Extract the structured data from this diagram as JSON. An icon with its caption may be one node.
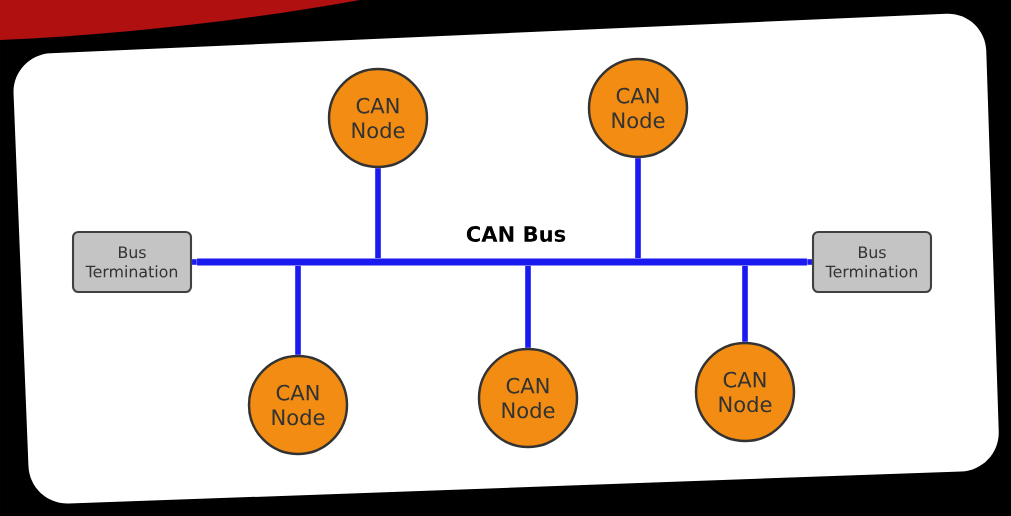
{
  "diagram": {
    "nodes": [
      {
        "text": [
          "Bus Termination"
        ]
      },
      {
        "text": [
          "CAN Bus"
        ]
      },
      {
        "text": [
          "Bus Termination"
        ]
      },
      {
        "text": [
          "CAN Node"
        ]
      },
      {
        "text": [
          "CAN Node"
        ]
      },
      {
        "text": [
          "CAN Node"
        ]
      },
      {
        "text": [
          "CAN Node"
        ]
      },
      {
        "text": [
          "CAN Node"
        ]
      }
    ],
    "edges": [
      {
        "from": 0,
        "to": 1,
        "arrow": "none"
      },
      {
        "from": 1,
        "to": 2,
        "arrow": "none"
      },
      {
        "from": 3,
        "to": 1,
        "arrow": "none"
      },
      {
        "from": 4,
        "to": 1,
        "arrow": "none"
      },
      {
        "from": 5,
        "to": 1,
        "arrow": "none"
      },
      {
        "from": 6,
        "to": 1,
        "arrow": "none"
      },
      {
        "from": 7,
        "to": 1,
        "arrow": "none"
      }
    ]
  }
}
